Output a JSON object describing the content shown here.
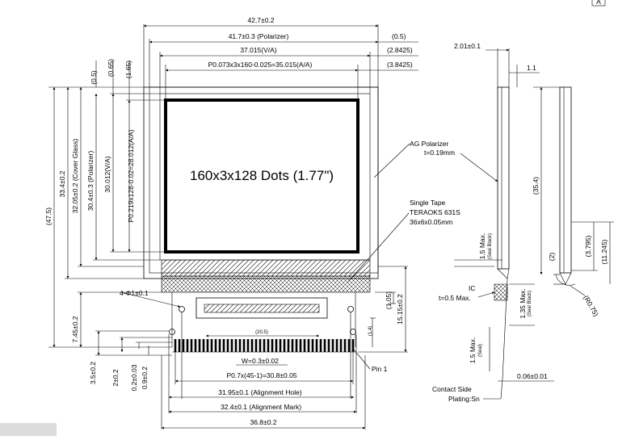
{
  "corner_mark": "A",
  "display_text": "160x3x128 Dots (1.77\")",
  "top_dims": {
    "overall": "42.7±0.2",
    "polarizer": "41.7±0.3 (Polarizer)",
    "polarizer_offset": "(0.5)",
    "va": "37.015(V/A)",
    "va_offset": "(2.8425)",
    "aa": "P0.073x3x160-0.025=35.015(A/A)",
    "aa_offset": "(3.8425)"
  },
  "left_dims": {
    "total": "(47.5)",
    "glass": "33.4±0.2",
    "cover_glass": "32.05±0.2 (Cover Glass)",
    "polarizer": "30.4±0.3 (Polarizer)",
    "va": "30.012(V/A)",
    "aa": "P0.219x128-0.02=28.012(A/A)",
    "off1": "(0.5)",
    "off2": "(0.65)",
    "off3": "(1.65)",
    "d745": "7.45±0.2",
    "d35": "3.5±0.2",
    "d2": "2±0.2",
    "d02": "0.2±0.03",
    "d09": "0.9±0.2"
  },
  "fpc_dims": {
    "holes": "4-Φ1±0.1",
    "d205": "(20.5)",
    "d105": "(1.05)",
    "d1515": "15.15±0.2",
    "d14": "(1.4)",
    "width": "W=0.3±0.02",
    "pitch": "P0.7x(45-1)=30.8±0.05",
    "align_hole": "31.95±0.1 (Alignment Hole)",
    "align_mark": "32.4±0.1 (Alignment Mark)",
    "fpc_total": "36.8±0.2",
    "pin1": "Pin 1"
  },
  "notes": {
    "ag_polarizer": "AG Polarizer",
    "ag_thickness": "t=0.19mm",
    "tape_line1": "Single Tape",
    "tape_line2": "TERAOKS 631S",
    "tape_line3": "36x6x0.05mm",
    "ic": "IC",
    "ic_thickness": "t=0.5 Max.",
    "contact_line1": "Contact Side",
    "contact_line2": "Plating:Sn"
  },
  "side_dims": {
    "thickness": "2.01±0.1",
    "d11": "1.1",
    "d354": "(35.4)",
    "seal1": "1.5 Max.",
    "seal1_note": "(Seal Black)",
    "seal2": "1.35 Max.",
    "seal2_note": "(Seal Black)",
    "seal3": "1.5 Max.",
    "seal3_note": "(Seal)",
    "d3795": "(3.795)",
    "d11245": "(11.245)",
    "d2": "(2)",
    "r075": "(R0.75)",
    "d006": "0.06±0.01"
  }
}
